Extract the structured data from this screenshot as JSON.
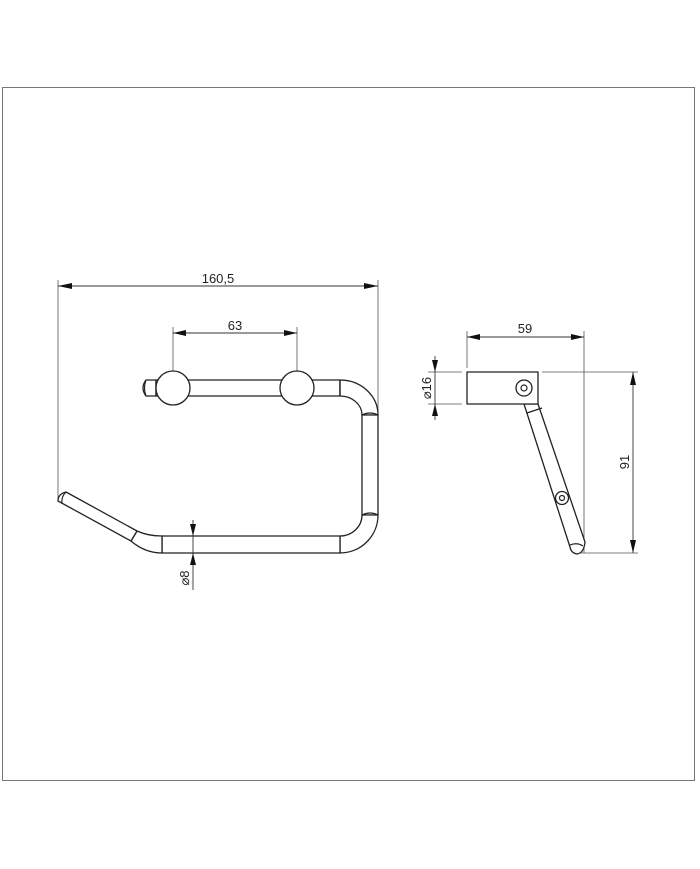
{
  "drawing": {
    "frame_color": "#777777",
    "line_color": "#222222",
    "front_view": {
      "dimensions": {
        "overall_width": "160,5",
        "post_spacing": "63",
        "rod_diameter": "⌀8"
      }
    },
    "side_view": {
      "dimensions": {
        "depth": "59",
        "height": "91",
        "mount_diameter": "⌀16"
      }
    }
  }
}
